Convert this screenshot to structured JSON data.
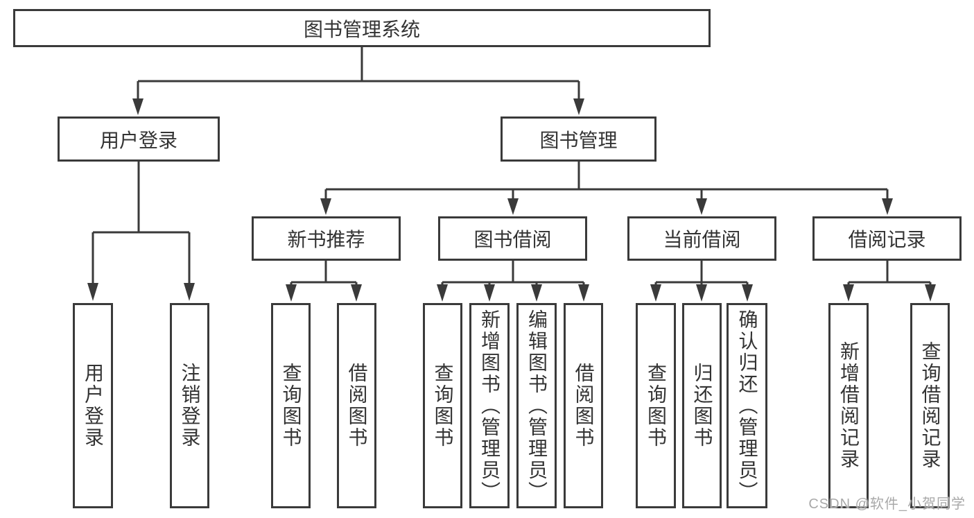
{
  "tree": {
    "root": {
      "label": "图书管理系统"
    },
    "branches": [
      {
        "label": "用户登录",
        "children": [
          {
            "label": "用户登录"
          },
          {
            "label": "注销登录"
          }
        ]
      },
      {
        "label": "图书管理",
        "children": [
          {
            "label": "新书推荐",
            "children": [
              {
                "label": "查询图书"
              },
              {
                "label": "借阅图书"
              }
            ]
          },
          {
            "label": "图书借阅",
            "children": [
              {
                "label": "查询图书"
              },
              {
                "label": "新增图书（管理员）"
              },
              {
                "label": "编辑图书（管理员）"
              },
              {
                "label": "借阅图书"
              }
            ]
          },
          {
            "label": "当前借阅",
            "children": [
              {
                "label": "查询图书"
              },
              {
                "label": "归还图书"
              },
              {
                "label": "确认归还（管理员）"
              }
            ]
          },
          {
            "label": "借阅记录",
            "children": [
              {
                "label": "新增借阅记录"
              },
              {
                "label": "查询借阅记录"
              }
            ]
          }
        ]
      }
    ]
  },
  "watermark": {
    "text": "CSDN @软件_小贺同学"
  },
  "colors": {
    "line": "#3a3a3a",
    "text": "#333333",
    "watermark": "#a9a9a9",
    "background": "#ffffff"
  }
}
